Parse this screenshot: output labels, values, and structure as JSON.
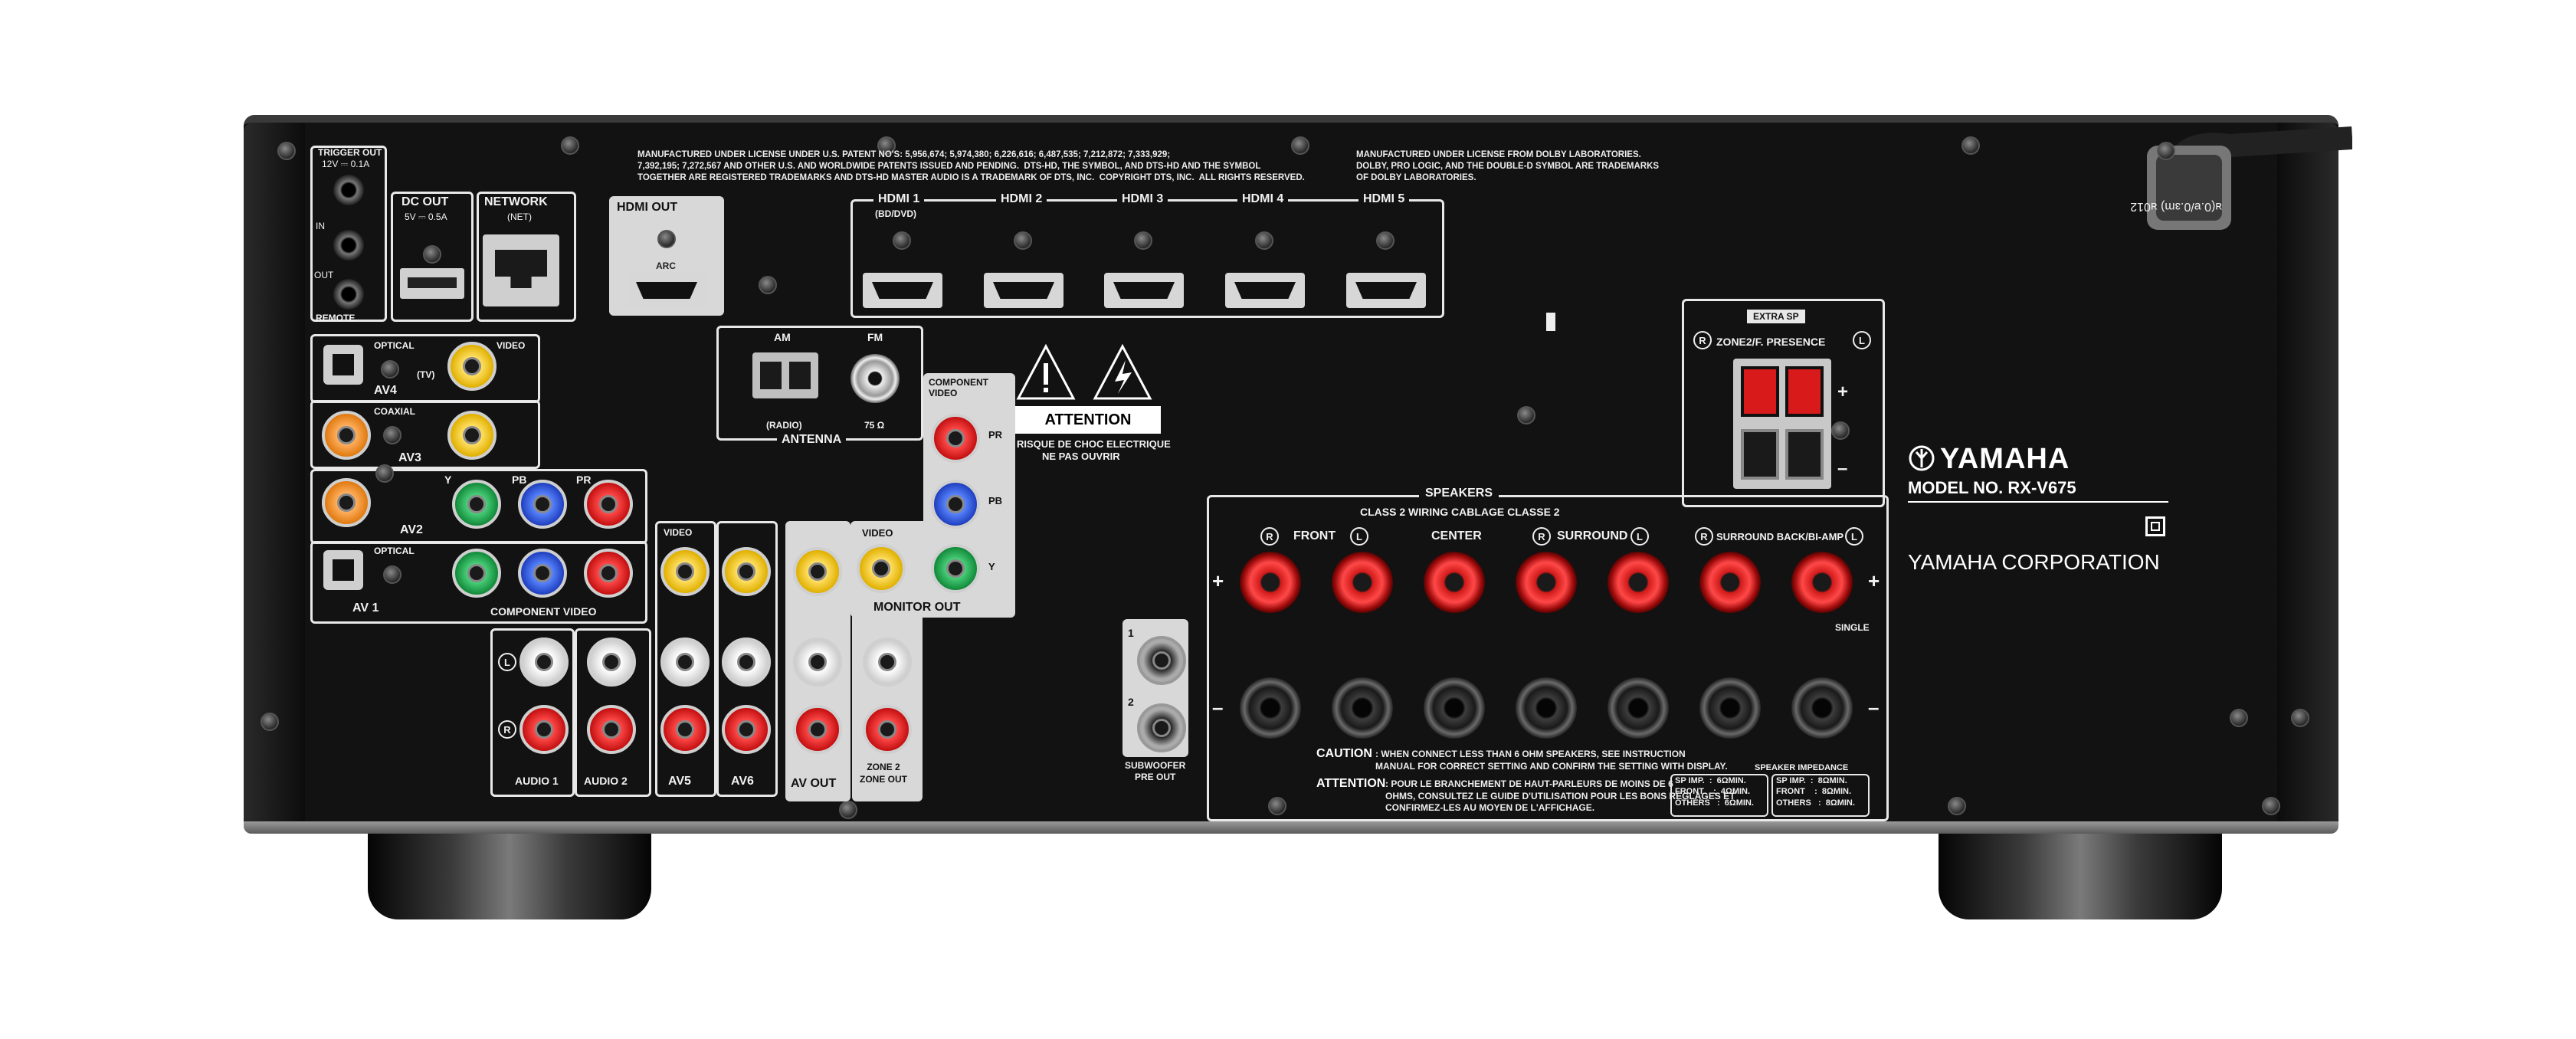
{
  "trigger_out": {
    "title": "TRIGGER OUT",
    "spec": "12V ⎓ 0.1A",
    "in": "IN",
    "out": "OUT",
    "remote": "REMOTE"
  },
  "dc_out": {
    "title": "DC OUT",
    "spec": "5V ⎓ 0.5A"
  },
  "network": {
    "title": "NETWORK",
    "sub": "(NET)"
  },
  "hdmi_out": {
    "title": "HDMI OUT",
    "arc": "ARC"
  },
  "hdmi_inputs": [
    {
      "title": "HDMI 1",
      "sub": "(BD/DVD)"
    },
    {
      "title": "HDMI 2",
      "sub": ""
    },
    {
      "title": "HDMI 3",
      "sub": ""
    },
    {
      "title": "HDMI 4",
      "sub": ""
    },
    {
      "title": "HDMI 5",
      "sub": ""
    }
  ],
  "patent_text": "MANUFACTURED UNDER LICENSE UNDER U.S. PATENT NO'S: 5,956,674; 5,974,380; 6,226,616; 6,487,535; 7,212,872; 7,333,929;\n7,392,195; 7,272,567 AND OTHER U.S. AND WORLDWIDE PATENTS ISSUED AND PENDING.  DTS-HD, THE SYMBOL, AND DTS-HD AND THE SYMBOL\nTOGETHER ARE REGISTERED TRADEMARKS AND DTS-HD MASTER AUDIO IS A TRADEMARK OF DTS, INC.  COPYRIGHT DTS, INC.  ALL RIGHTS RESERVED.",
  "dolby_text": "MANUFACTURED UNDER LICENSE FROM DOLBY LABORATORIES.\nDOLBY, PRO LOGIC, AND THE DOUBLE-D SYMBOL ARE TRADEMARKS\nOF DOLBY LABORATORIES.",
  "cable_tag": "ᴚ(0.ɐ/0.ɜm) ᴚ012",
  "av4": {
    "optical": "OPTICAL",
    "video": "VIDEO",
    "tv": "(TV)",
    "name": "AV4"
  },
  "av3": {
    "coaxial": "COAXIAL",
    "name": "AV3"
  },
  "av2": {
    "y": "Y",
    "pb": "PB",
    "pr": "PR",
    "name": "AV2"
  },
  "av1": {
    "optical": "OPTICAL",
    "name": "AV 1",
    "component": "COMPONENT VIDEO"
  },
  "antenna": {
    "am": "AM",
    "fm": "FM",
    "radio": "(RADIO)",
    "ohm": "75 Ω",
    "name": "ANTENNA"
  },
  "attention": {
    "title": "ATTENTION",
    "line1": "RISQUE DE CHOC ELECTRIQUE",
    "line2": "NE PAS OUVRIR"
  },
  "monitor_out": {
    "component": "COMPONENT\nVIDEO",
    "pr": "PR",
    "pb": "PB",
    "y": "Y",
    "video": "VIDEO",
    "name": "MONITOR OUT"
  },
  "video_labels": {
    "av5_video": "VIDEO"
  },
  "audio_bottom": {
    "l": "L",
    "r": "R",
    "audio1": "AUDIO 1",
    "audio2": "AUDIO 2",
    "av5": "AV5",
    "av6": "AV6",
    "av_out": "AV OUT",
    "zone2": "ZONE 2\nZONE OUT"
  },
  "subwoofer": {
    "one": "1",
    "two": "2",
    "name": "SUBWOOFER\nPRE OUT"
  },
  "extra_sp": {
    "title": "EXTRA SP",
    "r": "R",
    "l": "L",
    "zone": "ZONE2/F. PRESENCE",
    "plus": "+",
    "minus": "–"
  },
  "speakers": {
    "title": "SPEAKERS",
    "wiring": "CLASS 2 WIRING  CABLAGE CLASSE 2",
    "front": "FRONT",
    "center": "CENTER",
    "surround": "SURROUND",
    "surround_back": "SURROUND BACK/BI-AMP",
    "r": "R",
    "l": "L",
    "plus": "+",
    "minus": "–",
    "single": "SINGLE"
  },
  "caution": {
    "caution_title": "CAUTION",
    "caution_text": ": WHEN CONNECT LESS THAN 6 OHM SPEAKERS, SEE INSTRUCTION\nMANUAL FOR CORRECT SETTING AND CONFIRM THE SETTING WITH DISPLAY.",
    "attention_title": "ATTENTION",
    "attention_text": ": POUR LE BRANCHEMENT DE HAUT-PARLEURS DE MOINS DE 6\nOHMS, CONSULTEZ LE GUIDE D'UTILISATION POUR LES BONS REGLAGES ET\nCONFIRMEZ-LES AU MOYEN DE L'AFFICHAGE."
  },
  "impedance": {
    "title": "SPEAKER IMPEDANCE",
    "left": "SP IMP.  :  6ΩMIN.\nFRONT    :  4ΩMIN.\nOTHERS   :  6ΩMIN.",
    "right": "SP IMP.  :  8ΩMIN.\nFRONT    :  8ΩMIN.\nOTHERS   :  8ΩMIN."
  },
  "brand": {
    "logo": "YAMAHA",
    "model": "MODEL NO.  RX-V675",
    "corp": "YAMAHA CORPORATION"
  }
}
